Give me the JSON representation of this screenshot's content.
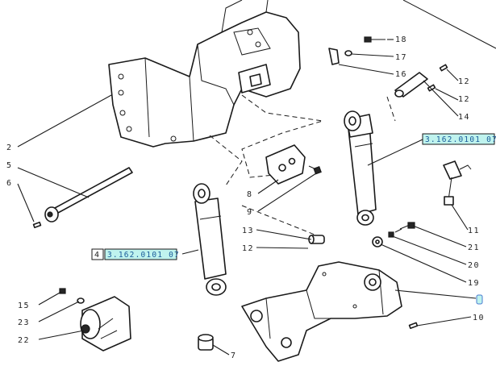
{
  "callouts": [
    {
      "id": "c2",
      "text": "2"
    },
    {
      "id": "c5",
      "text": "5"
    },
    {
      "id": "c6",
      "text": "6"
    },
    {
      "id": "c18",
      "text": "18"
    },
    {
      "id": "c17",
      "text": "17"
    },
    {
      "id": "c16",
      "text": "16"
    },
    {
      "id": "c12a",
      "text": "12"
    },
    {
      "id": "c12b",
      "text": "12"
    },
    {
      "id": "c14",
      "text": "14"
    },
    {
      "id": "c8",
      "text": "8"
    },
    {
      "id": "c9",
      "text": "9"
    },
    {
      "id": "c13",
      "text": "13"
    },
    {
      "id": "c12c",
      "text": "12"
    },
    {
      "id": "c11",
      "text": "11"
    },
    {
      "id": "c21",
      "text": "21"
    },
    {
      "id": "c20",
      "text": "20"
    },
    {
      "id": "c19",
      "text": "19"
    },
    {
      "id": "c15",
      "text": "15"
    },
    {
      "id": "c23",
      "text": "23"
    },
    {
      "id": "c22",
      "text": "22"
    },
    {
      "id": "c10",
      "text": "10"
    },
    {
      "id": "c7",
      "text": "7"
    }
  ],
  "references": {
    "upper": "3.162.0101 07",
    "lower": "3.162.0101 07",
    "lower_tag": "4"
  },
  "colors": {
    "ref_fill": "#bff3ee",
    "ref_text": "#1a5c9a",
    "line": "#1a1a1a"
  }
}
